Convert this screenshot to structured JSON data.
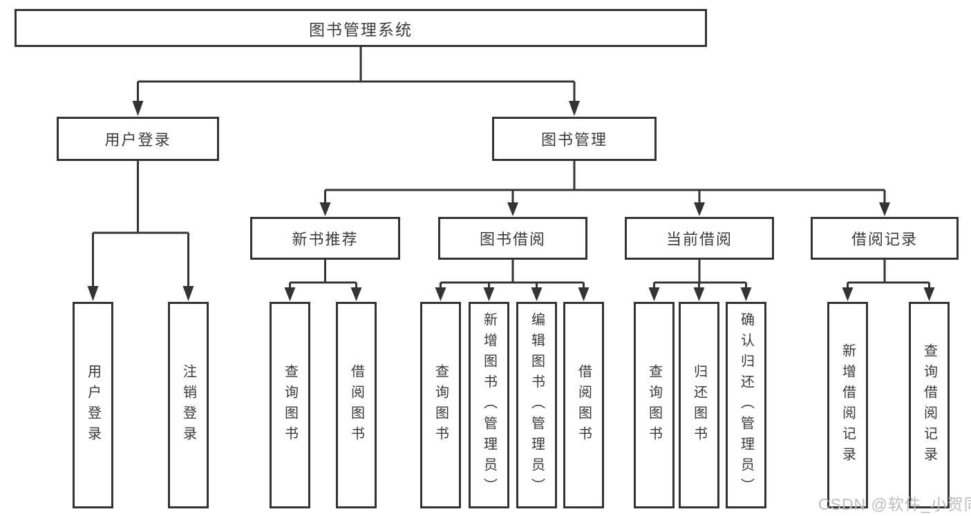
{
  "diagram": {
    "title": "图书管理系统",
    "nodes": {
      "root": "图书管理系统",
      "user_login": "用户登录",
      "book_mgmt": "图书管理",
      "new_books": "新书推荐",
      "book_borrow": "图书借阅",
      "current_borrow": "当前借阅",
      "borrow_records": "借阅记录",
      "user_login_leaf": "用户登录",
      "logout_leaf": "注销登录",
      "nb_query_books": "查询图书",
      "nb_borrow_books": "借阅图书",
      "bb_query_books": "查询图书",
      "bb_add_books": "新增图书（管理员）",
      "bb_edit_books": "编辑图书（管理员）",
      "bb_borrow_books": "借阅图书",
      "cb_query_books": "查询图书",
      "cb_return_books": "归还图书",
      "cb_confirm_return": "确认归还（管理员）",
      "br_add_record": "新增借阅记录",
      "br_query_record": "查询借阅记录"
    }
  },
  "watermark": {
    "text": "CSDN @软件_小贺同学",
    "color": "#bdbdbd"
  },
  "colors": {
    "line": "#333333",
    "text": "#3a3a3a",
    "background": "#ffffff"
  }
}
